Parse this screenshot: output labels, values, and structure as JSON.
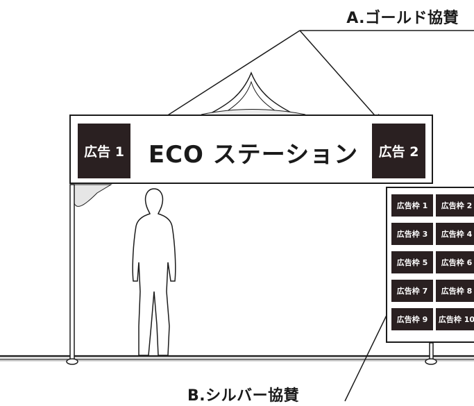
{
  "labels": {
    "gold": "A.ゴールド協賛",
    "silver": "B.シルバー協賛"
  },
  "banner": {
    "title": "ECO ステーション",
    "ad_left": "広告 1",
    "ad_right": "広告 2"
  },
  "panel": {
    "frames": [
      "広告枠 1",
      "広告枠 2",
      "広告枠 3",
      "広告枠 4",
      "広告枠 5",
      "広告枠 6",
      "広告枠 7",
      "広告枠 8",
      "広告枠 9",
      "広告枠 10"
    ]
  },
  "colors": {
    "ink": "#1a1a1a",
    "ad_fill": "#2a2021"
  }
}
